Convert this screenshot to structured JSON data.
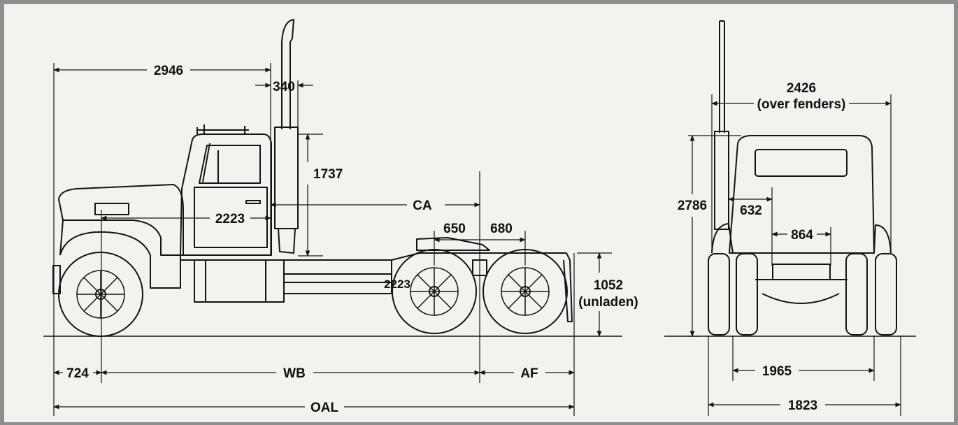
{
  "colors": {
    "paper": "#f4f2ee",
    "ink": "#141414",
    "frame": "#8f8f8f"
  },
  "side_view": {
    "overall_front_to_stack": "2946",
    "stack_width": "340",
    "stack_height": "1737",
    "cab_axle": "CA",
    "cab_depth": "2223",
    "axle_spread_front": "650",
    "axle_spread_rear": "680",
    "frame_label": "2223",
    "frame_height": "1052",
    "frame_height_note": "(unladen)",
    "front_overhang": "724",
    "wheelbase": "WB",
    "after_frame": "AF",
    "overall_length": "OAL"
  },
  "front_view": {
    "width_over_fenders": "2426",
    "width_note": "(over fenders)",
    "overall_height": "2786",
    "dim_632": "632",
    "dim_864": "864",
    "front_track": "1965",
    "rear_track": "1823"
  }
}
